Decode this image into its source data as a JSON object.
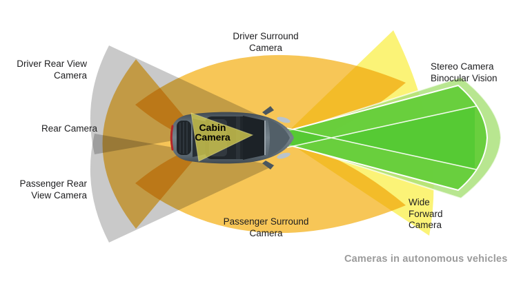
{
  "caption": "Cameras in autonomous vehicles",
  "labels": {
    "driver_surround": {
      "line1": "Driver Surround",
      "line2": "Camera"
    },
    "driver_rear_view": {
      "line1": "Driver Rear View",
      "line2": "Camera"
    },
    "rear": {
      "line1": "Rear Camera"
    },
    "passenger_rear_view": {
      "line1": "Passenger Rear",
      "line2": "View Camera"
    },
    "passenger_surround": {
      "line1": "Passenger Surround",
      "line2": "Camera"
    },
    "stereo": {
      "line1": "Stereo Camera",
      "line2": "Binocular Vision"
    },
    "wide_forward": {
      "line1": "Wide",
      "line2": "Forward",
      "line3": "Camera"
    },
    "cabin": {
      "line1": "Cabin",
      "line2": "Camera"
    }
  },
  "zones": [
    {
      "name": "Driver Surround Camera",
      "color": "#F6C24A"
    },
    {
      "name": "Passenger Surround Camera",
      "color": "#F6C24A"
    },
    {
      "name": "Rear Camera",
      "color": "#F5BE45"
    },
    {
      "name": "Driver Rear View Camera",
      "color": "#BDBDBD"
    },
    {
      "name": "Passenger Rear View Camera",
      "color": "#BDBDBD"
    },
    {
      "name": "Wide Forward Camera",
      "color": "#FBF164"
    },
    {
      "name": "Stereo Camera Binocular Vision",
      "color": "#66CD3B"
    },
    {
      "name": "Cabin Camera",
      "color": "#D9CF4F"
    }
  ],
  "colors": {
    "surround_orange": "#F6C24A",
    "rear_orange": "#F5BE45",
    "side_gray": "#BDBDBD",
    "wide_yellow": "#FBF164",
    "stereo_green_outer": "#A8E178",
    "stereo_green_inner": "#66CD3B",
    "stereo_green_overlap": "#49C72F",
    "cabin_olive": "#D9CF4F",
    "label_text": "#1d1d1f",
    "caption_text": "#9b9b9b"
  }
}
